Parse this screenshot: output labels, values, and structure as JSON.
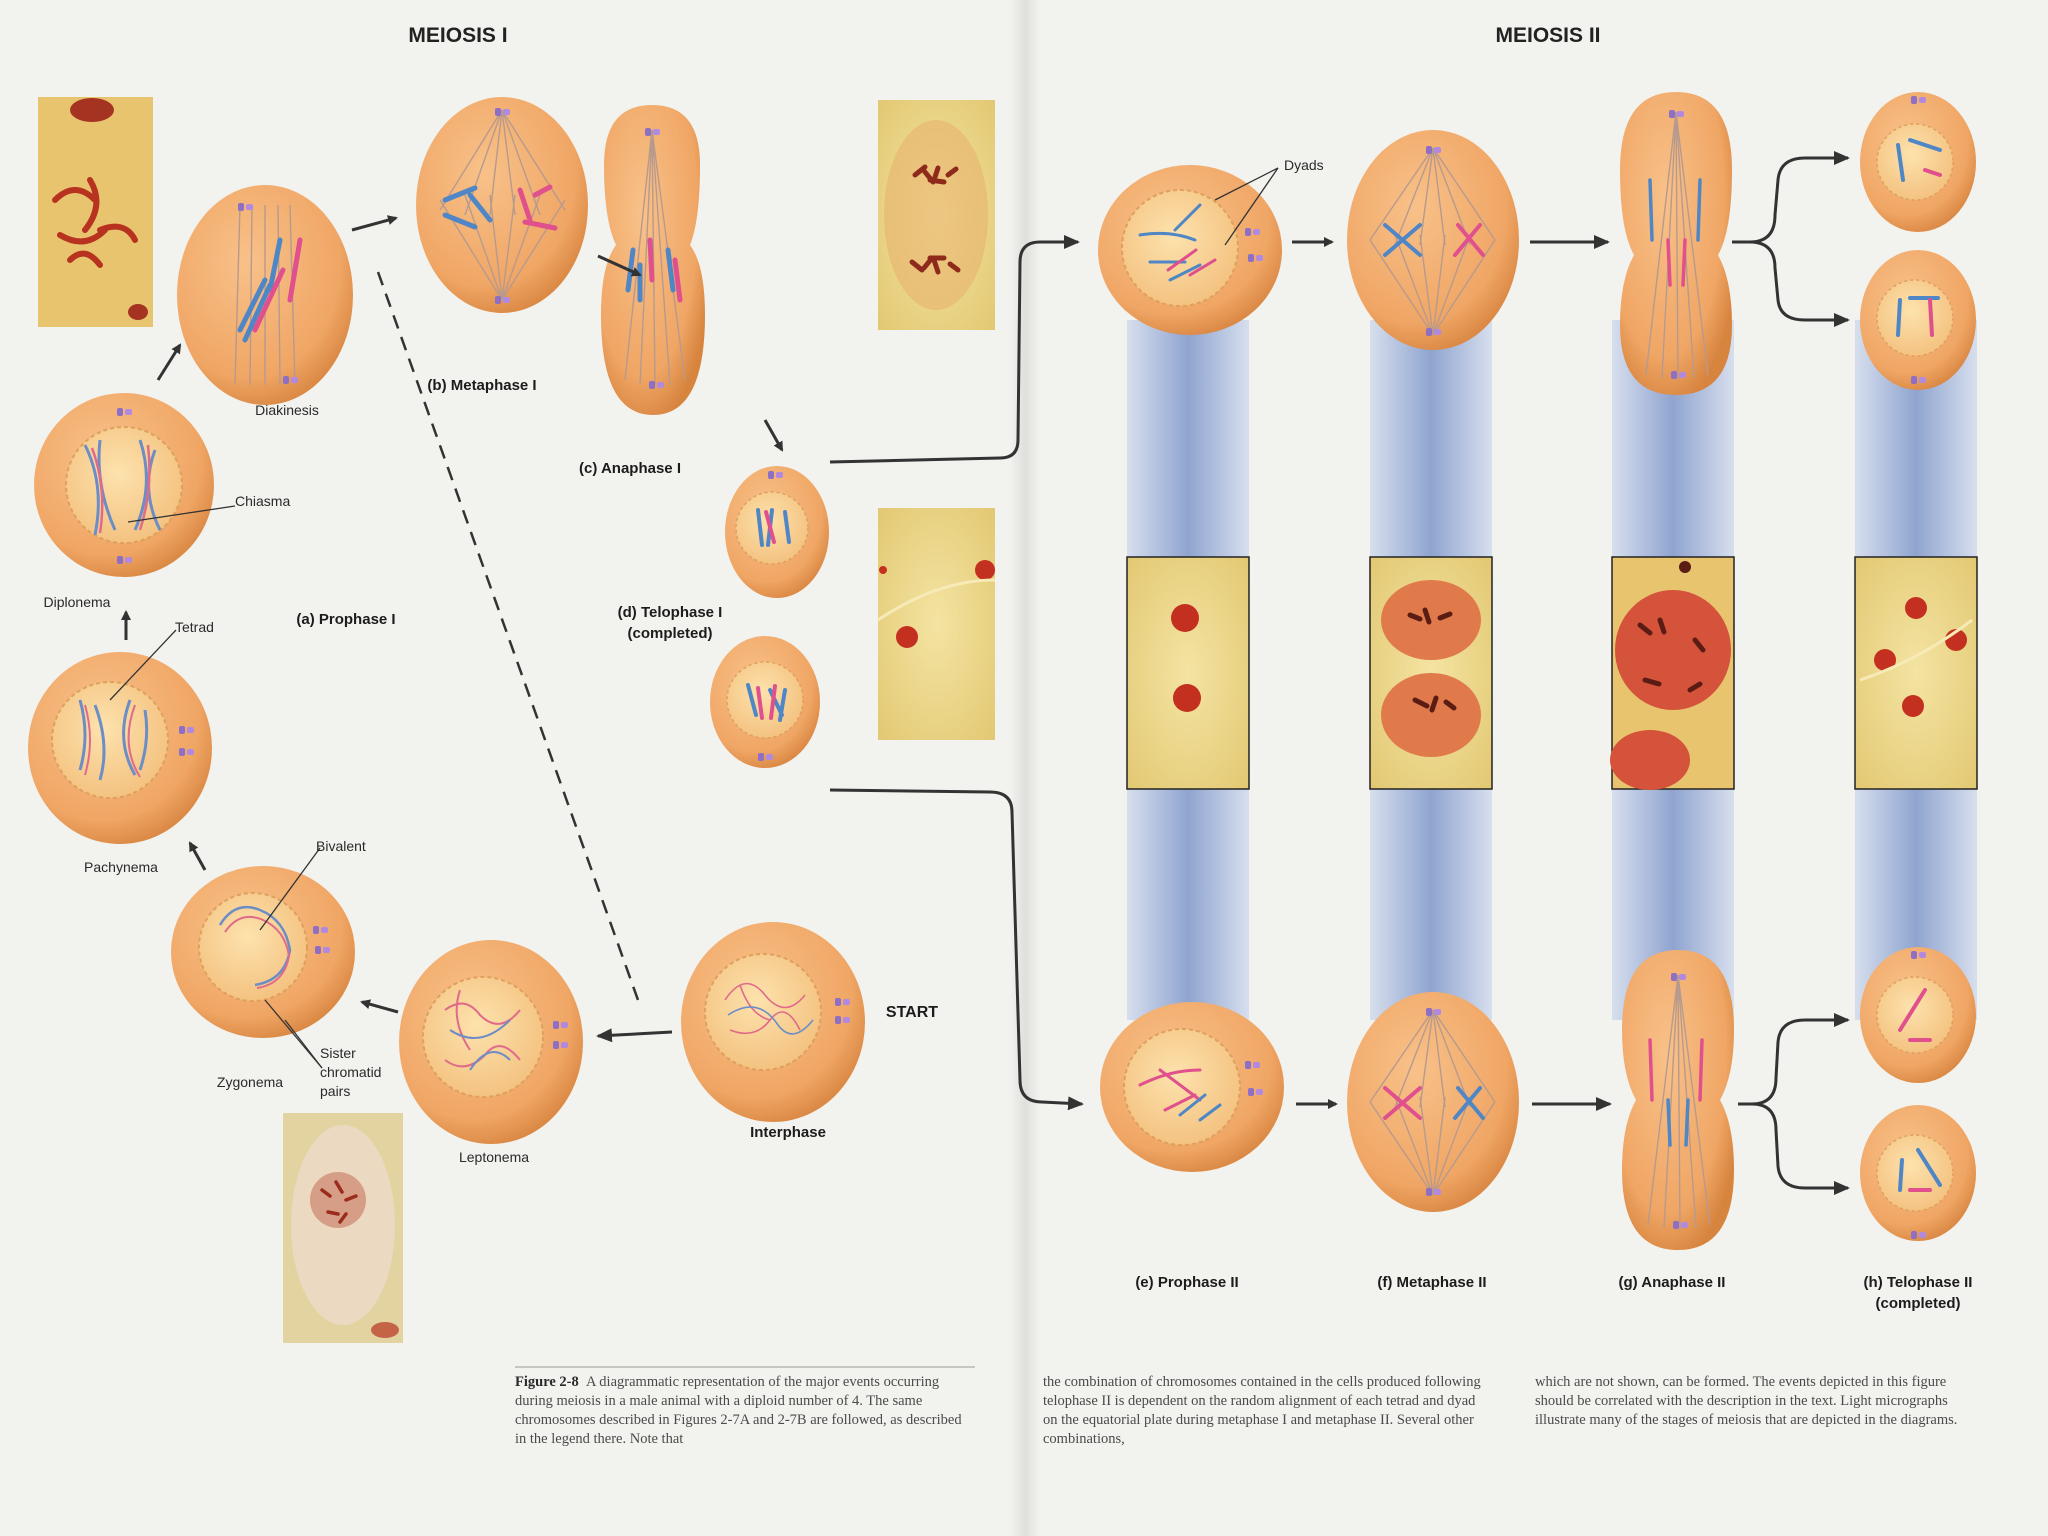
{
  "titles": {
    "meiosis1": "MEIOSIS I",
    "meiosis2": "MEIOSIS II"
  },
  "stages": {
    "prophase1": "(a) Prophase I",
    "metaphase1": "(b) Metaphase I",
    "anaphase1": "(c) Anaphase I",
    "telophase1_line1": "(d) Telophase I",
    "telophase1_line2": "(completed)",
    "prophase2": "(e) Prophase II",
    "metaphase2": "(f) Metaphase II",
    "anaphase2": "(g) Anaphase II",
    "telophase2_line1": "(h) Telophase II",
    "telophase2_line2": "(completed)"
  },
  "substages": {
    "diakinesis": "Diakinesis",
    "diplonema": "Diplonema",
    "pachynema": "Pachynema",
    "zygonema": "Zygonema",
    "leptonema": "Leptonema",
    "interphase": "Interphase",
    "start": "START"
  },
  "annotations": {
    "chiasma": "Chiasma",
    "tetrad": "Tetrad",
    "bivalent": "Bivalent",
    "sister_line1": "Sister",
    "sister_line2": "chromatid",
    "sister_line3": "pairs",
    "dyads": "Dyads"
  },
  "caption": {
    "figure_label": "Figure 2-8",
    "col1_text": "A diagrammatic representation of the major events occurring during meiosis in a male animal with a diploid number of 4. The same chromosomes described in Figures 2-7A and 2-7B are followed, as described in the legend there. Note that",
    "col2_text": "the combination of chromosomes contained in the cells produced following telophase II is dependent on the random alignment of each tetrad and dyad on the equatorial plate during metaphase I and metaphase II. Several other combinations,",
    "col3_text": "which are not shown, can be formed. The events depicted in this figure should be correlated with the description in the text. Light micrographs illustrate many of the stages of meiosis that are depicted in the diagrams."
  },
  "colors": {
    "cell_fill": "#f0a665",
    "cell_edge": "#d7843f",
    "nucleus": "#f8ce8c",
    "chromosome_blue": "#4f86c6",
    "chromosome_pink": "#e0508c",
    "micrograph_bg": "#ecd98a",
    "micrograph_stain": "#b8331f",
    "band_blue": "#8fa4cf"
  }
}
